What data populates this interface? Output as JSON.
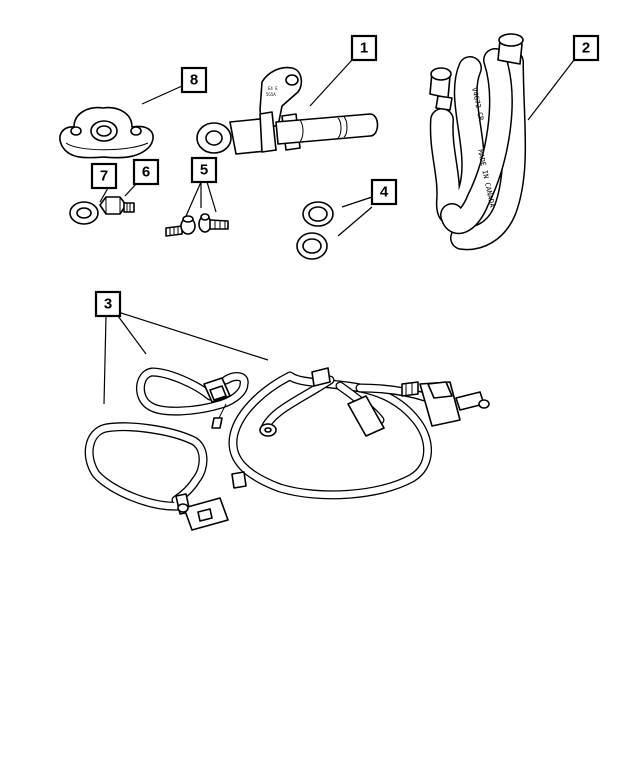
{
  "callouts": [
    {
      "id": "1",
      "label": "1"
    },
    {
      "id": "2",
      "label": "2"
    },
    {
      "id": "3",
      "label": "3"
    },
    {
      "id": "4",
      "label": "4"
    },
    {
      "id": "5",
      "label": "5"
    },
    {
      "id": "6",
      "label": "6"
    },
    {
      "id": "7",
      "label": "7"
    },
    {
      "id": "8",
      "label": "8"
    }
  ],
  "hose_marking": "MADE IN CANADA",
  "hose_code": "V4672 CR"
}
